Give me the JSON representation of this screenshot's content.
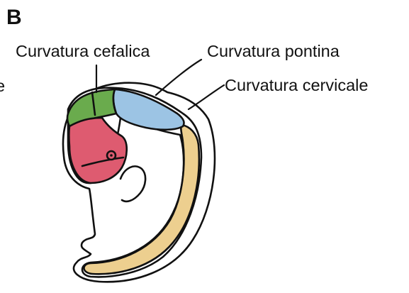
{
  "figure": {
    "panel_letter": "B",
    "labels": {
      "cut_off_left": "e",
      "cefalica": "Curvatura cefalica",
      "pontina": "Curvatura pontina",
      "cervicale": "Curvatura cervicale"
    }
  },
  "colors": {
    "prosencephalon_red": "#de5b70",
    "mesencephalon_green": "#6aab4d",
    "rhombencephalon_blue": "#9cc4e4",
    "spinal_cord_tan": "#edcf8f",
    "outline": "#111111",
    "body": "#ffffff"
  }
}
